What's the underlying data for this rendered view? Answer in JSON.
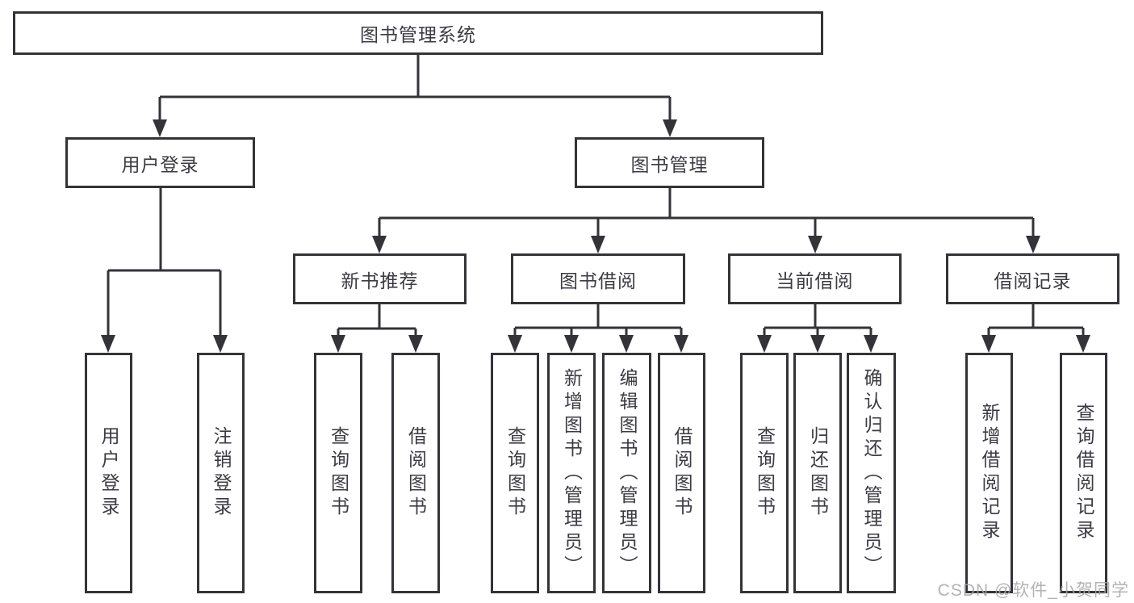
{
  "tree": {
    "root": {
      "label": "图书管理系统"
    },
    "branches": [
      {
        "label": "用户登录",
        "children": [
          {
            "label": "用户登录"
          },
          {
            "label": "注销登录"
          }
        ]
      },
      {
        "label": "图书管理",
        "children": [
          {
            "label": "新书推荐",
            "children": [
              {
                "label": "查询图书"
              },
              {
                "label": "借阅图书"
              }
            ]
          },
          {
            "label": "图书借阅",
            "children": [
              {
                "label": "查询图书"
              },
              {
                "label": "新增图书（管理员）"
              },
              {
                "label": "编辑图书（管理员）"
              },
              {
                "label": "借阅图书"
              }
            ]
          },
          {
            "label": "当前借阅",
            "children": [
              {
                "label": "查询图书"
              },
              {
                "label": "归还图书"
              },
              {
                "label": "确认归还（管理员）"
              }
            ]
          },
          {
            "label": "借阅记录",
            "children": [
              {
                "label": "新增借阅记录"
              },
              {
                "label": "查询借阅记录"
              }
            ]
          }
        ]
      }
    ]
  },
  "watermark": {
    "text": "CSDN @软件_小贺同学"
  },
  "colors": {
    "line": "#333338",
    "border": "#333338",
    "fill": "#ffffff",
    "text": "#3b3b42",
    "watermark": "#a6a6a6",
    "background": "#ffffff"
  }
}
